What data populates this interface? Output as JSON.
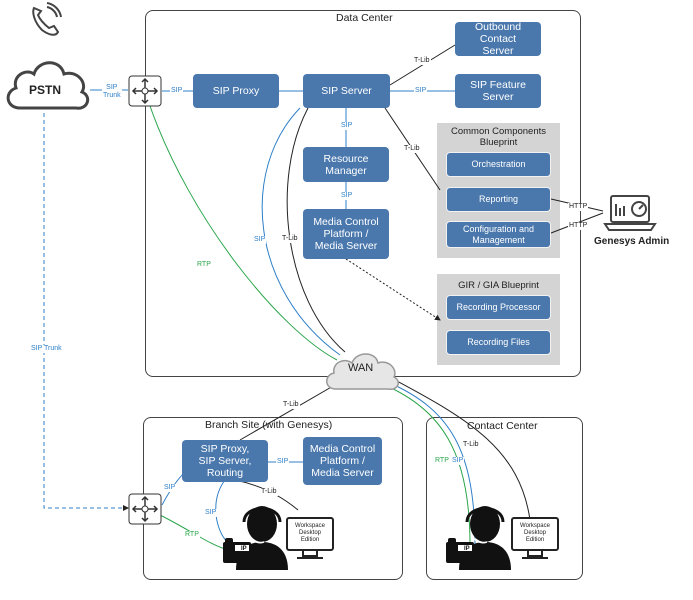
{
  "regions": {
    "data_center": "Data Center",
    "branch_site": "Branch Site (with Genesys)",
    "contact_center": "Contact Center"
  },
  "external": {
    "pstn": "PSTN",
    "wan": "WAN",
    "genesys_admin": "Genesys Admin"
  },
  "nodes": {
    "sip_proxy": "SIP Proxy",
    "sip_server": "SIP Server",
    "outbound_contact_server": "Outbound Contact\nServer",
    "sip_feature_server": "SIP Feature\nServer",
    "resource_manager": "Resource\nManager",
    "media_control_platform": "Media Control\nPlatform /\nMedia Server",
    "branch_sip": "SIP Proxy,\nSIP Server,\nRouting",
    "branch_media": "Media Control\nPlatform /\nMedia Server"
  },
  "blueprints": {
    "common_components": {
      "title": "Common Components\nBlueprint",
      "items": [
        "Orchestration",
        "Reporting",
        "Configuration and\nManagement"
      ]
    },
    "gir_gia": {
      "title": "GIR / GIA Blueprint",
      "items": [
        "Recording Processor",
        "Recording Files"
      ]
    }
  },
  "workspace": {
    "branch_label": "Workspace\nDesktop\nEdition",
    "contact_label": "Workspace\nDesktop\nEdition",
    "phone_badge": "IP"
  },
  "link_labels": {
    "sip_trunk_pstn": "SIP\nTrunk",
    "sip_trunk_dashed": "SIP Trunk",
    "sip": "SIP",
    "tlib": "T-Lib",
    "rtp": "RTP",
    "http": "HTTP"
  },
  "colors": {
    "node_blue": "#4a78ad",
    "blueprint_gray": "#d4d4d4",
    "sip_line": "#2f80c8",
    "rtp_line": "#2aa54b",
    "tlib_line": "#222222"
  },
  "icons": [
    "phone-ringing-icon",
    "cloud-icon",
    "router-icon",
    "laptop-dashboard-icon",
    "agent-headset-icon",
    "ip-phone-icon",
    "monitor-icon"
  ]
}
